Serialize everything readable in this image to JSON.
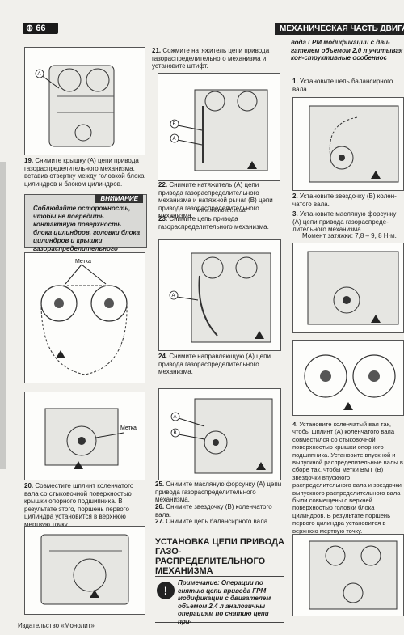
{
  "header": {
    "page_number": "66",
    "section_title": "МЕХАНИЧЕСКАЯ ЧАСТЬ ДВИГАТЕ"
  },
  "col1": {
    "step19": {
      "num": "19.",
      "text": "Снимите крышку (А) цепи привода газораспределительного механизма, вставив отвертку между головкой блока цилиндров и блоком цилиндров."
    },
    "warning": {
      "title": "ВНИМАНИЕ",
      "text": "Соблюдайте осторожность, чтобы не повредить контактную поверхность блока цилиндров, головки блока цилиндров и крышки газораспределительного механизма."
    },
    "fig2_label": "Метка",
    "fig3_label": "Метка",
    "step20": {
      "num": "20.",
      "text": "Совместите шплинт коленчатого вала со стыковочной поверхностью крышки опорного подшипника. В результате этого, поршень первого цилиндра установится в верхнюю мертвую точку."
    }
  },
  "col2": {
    "step21": {
      "num": "21.",
      "text": "Сожмите натяжитель цепи привода газораспределительного механизма и установите штифт."
    },
    "step22": {
      "num": "22.",
      "text": "Снимите натяжитель (А) цепи привода газораспределительного механизма и натяжной рычаг (В) цепи привода газораспределительного механизма."
    },
    "url": "www.monolith.in.ua",
    "step23": {
      "num": "23.",
      "text": "Снимите цепь привода газораспределительного механизма."
    },
    "step24": {
      "num": "24.",
      "text": "Снимите направляющую (А) цепи привода газораспределительного механизма."
    },
    "step25": {
      "num": "25.",
      "text": "Снимите масляную форсунку (А) цепи привода газораспределительного механизма."
    },
    "step26": {
      "num": "26.",
      "text": "Снимите звездочку (В) коленчатого вала."
    },
    "step27": {
      "num": "27.",
      "text": "Снимите цепь балансирного вала."
    },
    "section": "УСТАНОВКА ЦЕПИ ПРИВОДА ГАЗО-РАСПРЕДЕЛИТЕЛЬНОГО МЕХАНИЗМА",
    "note": {
      "title": "Примечание:",
      "text": "Операции по снятию цепи привода ГРМ модификации с двигателем объемом 2,4 л аналогичны операциям по снятию цепи при-"
    }
  },
  "col3": {
    "intro": "вода ГРМ модификации с дви-гателем объемом 2,0 л учитывая кон-структивные особеннос",
    "step1": {
      "num": "1.",
      "text": "Установите цепь балансирного вала."
    },
    "step2": {
      "num": "2.",
      "text": "Установите звездочку (В) колен-чатого вала."
    },
    "step3": {
      "num": "3.",
      "text": "Установите масляную форсунку (А) цепи привода газораспреде-лительного механизма."
    },
    "torque": "Момент затяжки: 7,8 – 9, 8 Н·м.",
    "step4": {
      "num": "4.",
      "text": "Установите коленчатый вал так, чтобы шплинт (А) коленчатого вала совместился со стыковочной поверхностью крышки опорного подшипника. Установите впускной и выпускной распределительные валы в сборе так, чтобы метки ВМТ (В) звездочки впускного распределительного вала и звездочки выпускного распределительного вала были совмещены с верхней поверхностью головки блока цилиндров. В результате поршень первого цилиндра установится в верхнюю мертвую точку."
    }
  },
  "callouts": {
    "a": "A",
    "b": "B"
  },
  "footer": "Издательство «Монолит»"
}
